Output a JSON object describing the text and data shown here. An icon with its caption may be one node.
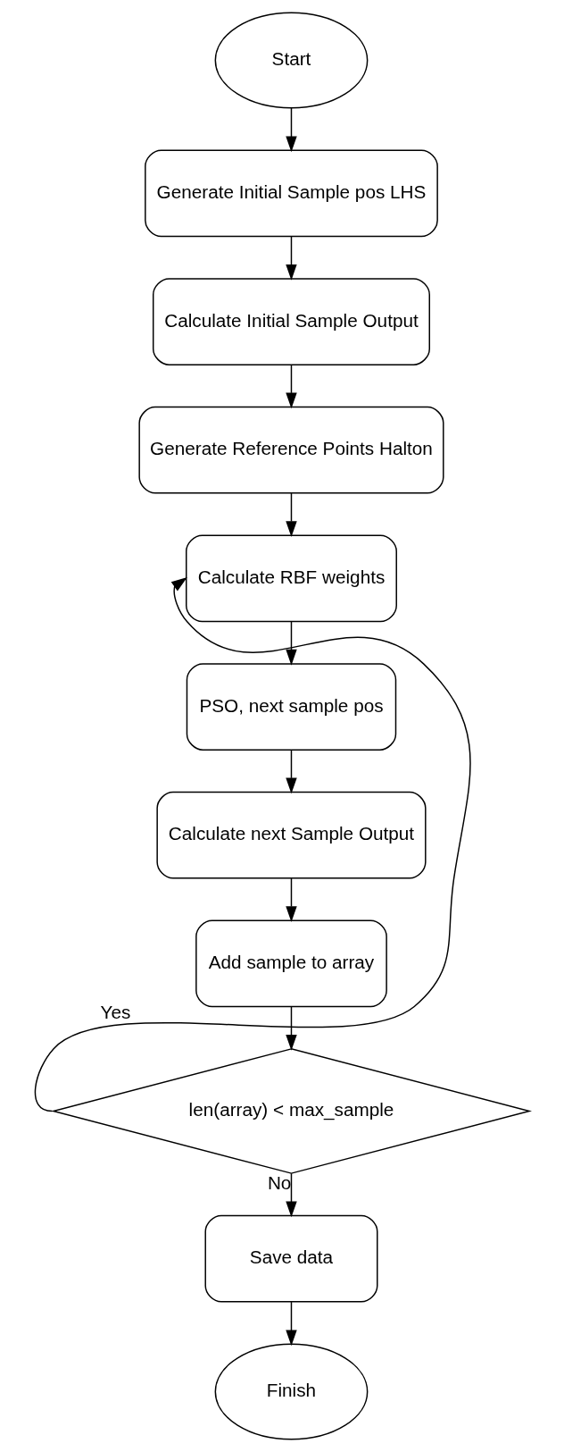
{
  "diagram": {
    "nodes": [
      {
        "text": [
          "Start"
        ]
      },
      {
        "text": [
          "Generate Initial Sample pos LHS"
        ]
      },
      {
        "text": [
          "Calculate Initial Sample Output"
        ]
      },
      {
        "text": [
          "Generate Reference Points Halton"
        ]
      },
      {
        "text": [
          "Calculate RBF weights"
        ]
      },
      {
        "text": [
          "PSO, next sample pos"
        ]
      },
      {
        "text": [
          "Calculate next Sample Output"
        ]
      },
      {
        "text": [
          "Add sample to array"
        ]
      },
      {
        "text": [
          "len(array) < max_sample"
        ]
      },
      {
        "text": [
          "Save data"
        ]
      },
      {
        "text": [
          "Finish"
        ]
      }
    ],
    "edges": [
      {
        "from": 0,
        "to": 1,
        "arrow": "to"
      },
      {
        "from": 1,
        "to": 2,
        "arrow": "to"
      },
      {
        "from": 2,
        "to": 3,
        "arrow": "to"
      },
      {
        "from": 3,
        "to": 4,
        "arrow": "to"
      },
      {
        "from": 4,
        "to": 5,
        "arrow": "to"
      },
      {
        "from": 5,
        "to": 6,
        "arrow": "to"
      },
      {
        "from": 6,
        "to": 7,
        "arrow": "to"
      },
      {
        "from": 7,
        "to": 8,
        "arrow": "to"
      },
      {
        "from": 8,
        "to": 4,
        "arrow": "to",
        "label": "Yes"
      },
      {
        "from": 8,
        "to": 9,
        "arrow": "to",
        "label": "No"
      },
      {
        "from": 9,
        "to": 10,
        "arrow": "to"
      }
    ]
  }
}
